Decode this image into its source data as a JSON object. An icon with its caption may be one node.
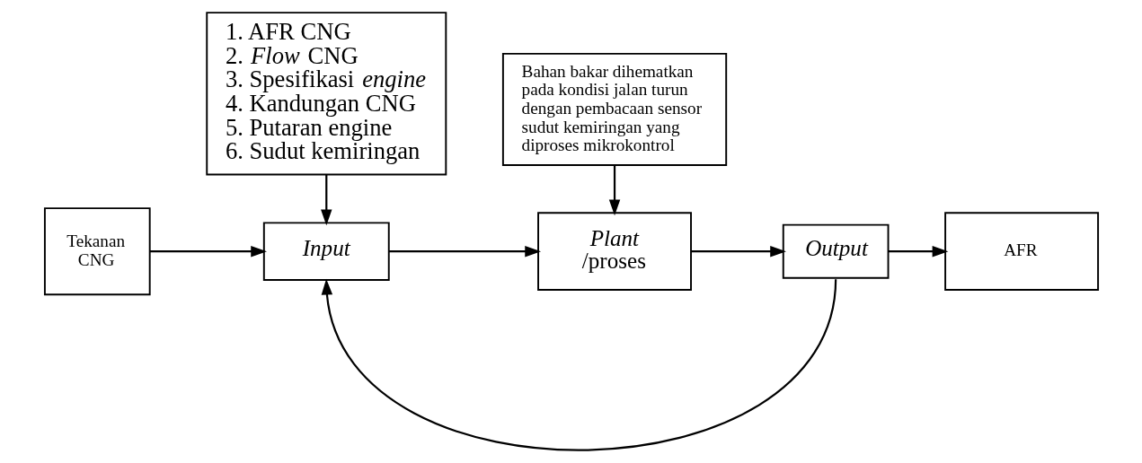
{
  "diagram": {
    "nodes": [
      {
        "text": [
          "1. AFR CNG",
          "2. *Flow* CNG",
          "3. Spesifikasi *engine*",
          "4. Kandungan CNG",
          "5. Putaran engine",
          "6. Sudut kemiringan"
        ]
      },
      {
        "text": [
          "Bahan bakar dihematkan pada kondisi jalan turun dengan pembacaan sensor sudut kemiringan yang diproses mikrokontrol"
        ]
      },
      {
        "text": [
          "Tekanan CNG"
        ]
      },
      {
        "text": [
          "Input"
        ]
      },
      {
        "text": [
          "*Plant*",
          "/proses"
        ]
      },
      {
        "text": [
          "Output"
        ]
      },
      {
        "text": [
          "AFR"
        ]
      }
    ],
    "edges": [
      {
        "from": 0,
        "to": 3,
        "arrow": "to"
      },
      {
        "from": 1,
        "to": 4,
        "arrow": "to"
      },
      {
        "from": 2,
        "to": 3,
        "arrow": "to"
      },
      {
        "from": 3,
        "to": 4,
        "arrow": "to"
      },
      {
        "from": 4,
        "to": 5,
        "arrow": "to"
      },
      {
        "from": 5,
        "to": 6,
        "arrow": "to"
      },
      {
        "from": 5,
        "to": 3,
        "arrow": "to"
      }
    ]
  }
}
